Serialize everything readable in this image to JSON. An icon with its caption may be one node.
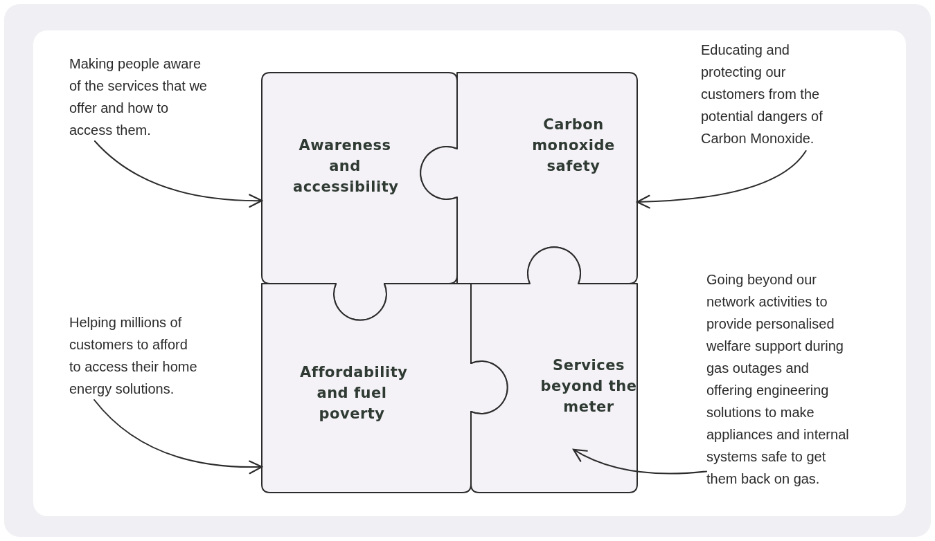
{
  "diagram": {
    "nodes": [
      {
        "text": [
          "Making people aware of the services that we offer and how to access them."
        ]
      },
      {
        "text": [
          "Awareness and accessibility"
        ]
      },
      {
        "text": [
          "Carbon monoxide safety"
        ]
      },
      {
        "text": [
          "Educating and protecting our customers from the potential dangers of Carbon Monoxide."
        ]
      },
      {
        "text": [
          "Helping millions of customers to afford to access their home energy solutions."
        ]
      },
      {
        "text": [
          "Affordability and fuel poverty"
        ]
      },
      {
        "text": [
          "Services beyond the meter"
        ]
      },
      {
        "text": [
          "Going beyond our network activities to provide personalised welfare support during gas outages and offering engineering solutions to make appliances and internal systems safe to get them back on gas."
        ]
      }
    ],
    "edges": [
      {
        "from": 0,
        "to": 1,
        "arrow": "to"
      },
      {
        "from": 3,
        "to": 2,
        "arrow": "to"
      },
      {
        "from": 4,
        "to": 5,
        "arrow": "to"
      },
      {
        "from": 7,
        "to": 6,
        "arrow": "to"
      }
    ]
  }
}
